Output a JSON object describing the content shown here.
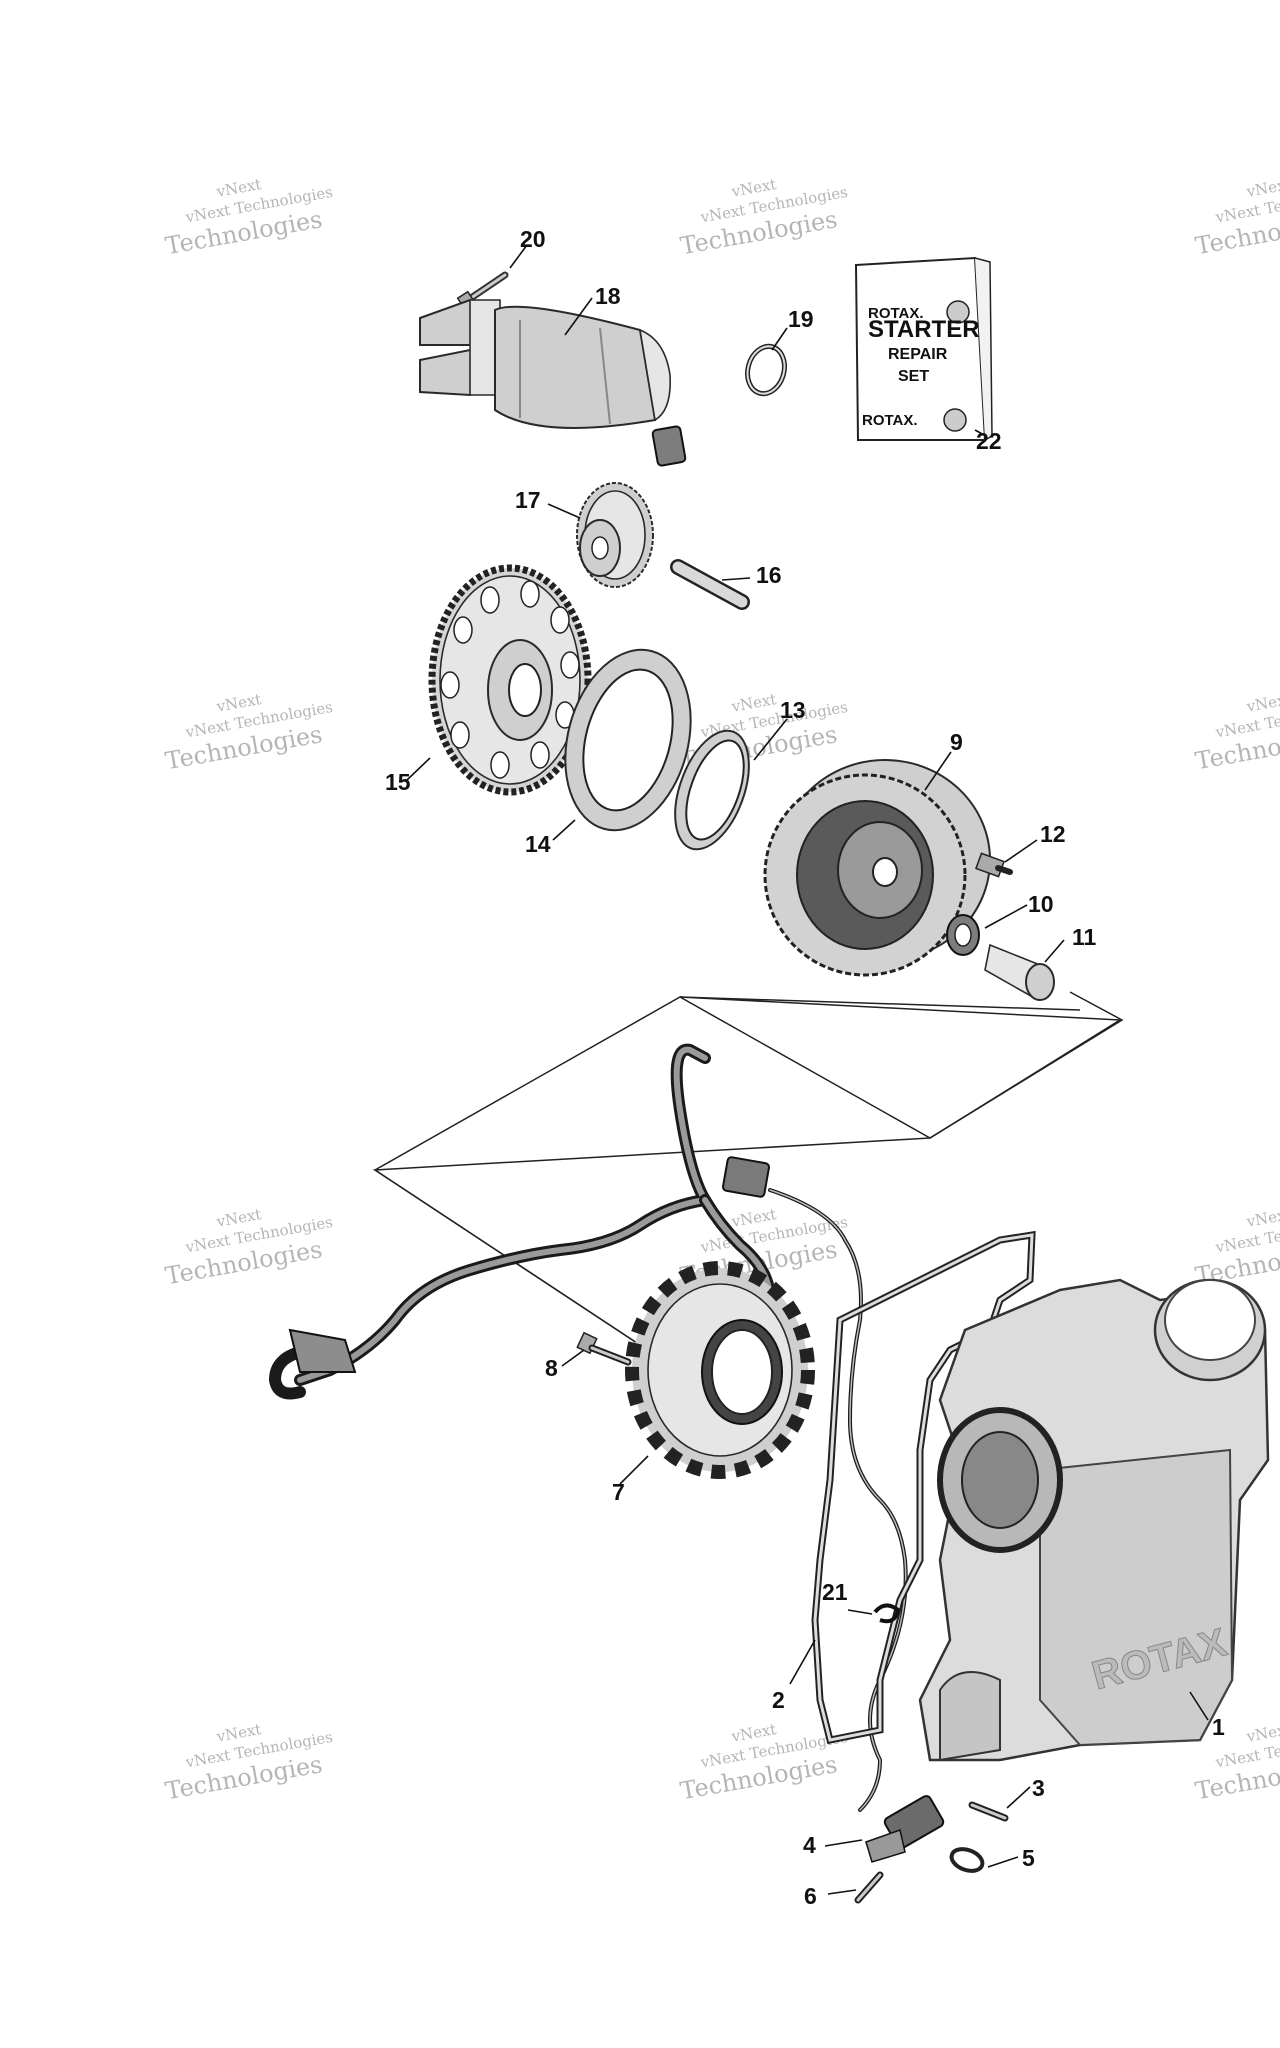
{
  "watermark": {
    "line1": "vNext",
    "line2": "vNext Technologies",
    "line3": "Technologies"
  },
  "kit": {
    "brand_top": "ROTAX.",
    "title": "STARTER",
    "subtitle1": "REPAIR",
    "subtitle2": "SET",
    "brand_bottom": "ROTAX."
  },
  "callouts": [
    "1",
    "2",
    "3",
    "4",
    "5",
    "6",
    "7",
    "8",
    "9",
    "10",
    "11",
    "12",
    "13",
    "14",
    "15",
    "16",
    "17",
    "18",
    "19",
    "20",
    "21",
    "22"
  ]
}
